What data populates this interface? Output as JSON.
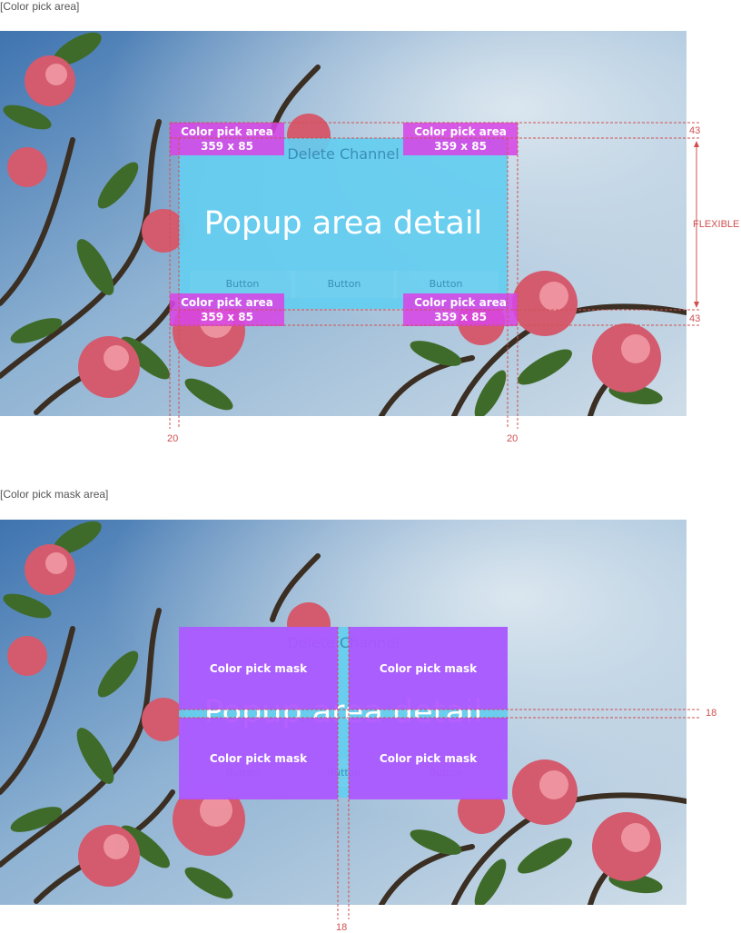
{
  "sections": [
    {
      "title": "[Color pick area]"
    },
    {
      "title": "[Color pick mask area]"
    }
  ],
  "popup": {
    "title": "Delete Channel",
    "detail": "Popup area detail",
    "buttons": [
      "Button",
      "Button",
      "Button"
    ]
  },
  "pick_areas": [
    {
      "label": "Color pick area",
      "size": "359 x 85"
    },
    {
      "label": "Color pick area",
      "size": "359 x 85"
    },
    {
      "label": "Color pick area",
      "size": "359 x 85"
    },
    {
      "label": "Color pick area",
      "size": "359 x 85"
    }
  ],
  "masks": [
    {
      "label": "Color pick mask"
    },
    {
      "label": "Color pick mask"
    },
    {
      "label": "Color pick mask"
    },
    {
      "label": "Color pick mask"
    }
  ],
  "dimensions": {
    "top_height": "43",
    "bottom_height": "43",
    "flexible": "FLEXIBLE",
    "left_margin": "20",
    "right_margin": "20",
    "mask_gap_horizontal": "18",
    "mask_gap_vertical": "18"
  },
  "colors": {
    "popup": "#64cdf0",
    "pick_area": "#d746e6",
    "mask": "#af55ff",
    "dimension": "#d05050"
  }
}
